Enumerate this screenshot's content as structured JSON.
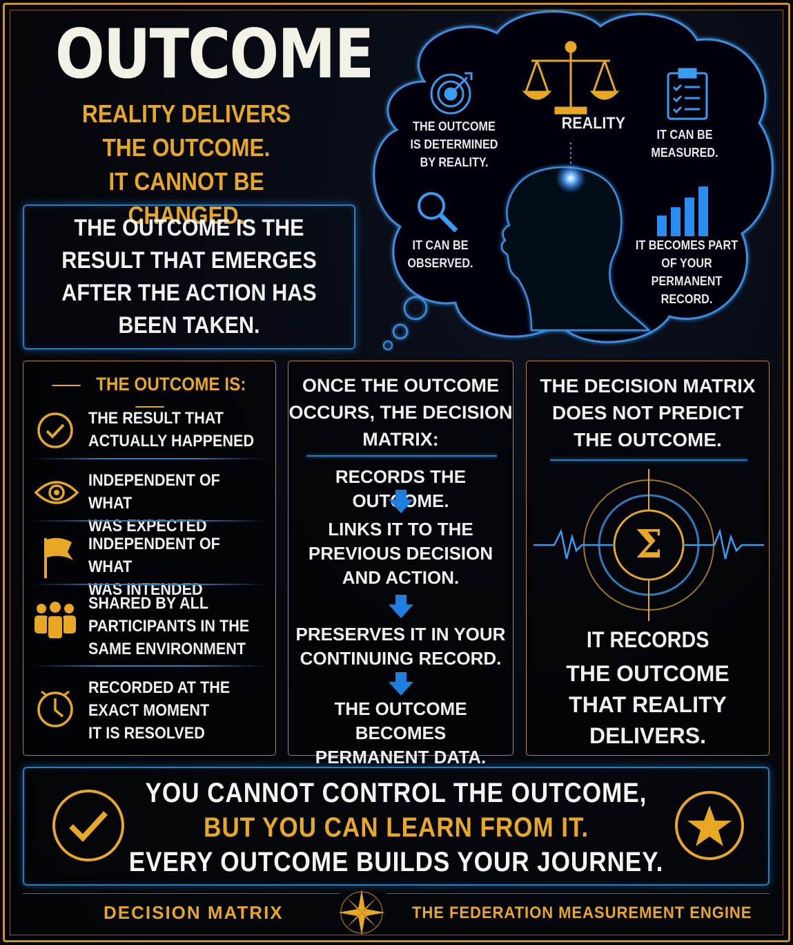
{
  "title": "OUTCOME",
  "subtitle": [
    "REALITY DELIVERS",
    "THE OUTCOME.",
    "IT CANNOT BE CHANGED."
  ],
  "definition": "THE OUTCOME IS THE RESULT THAT EMERGES AFTER THE ACTION HAS BEEN TAKEN.",
  "cloud": {
    "center_label": "REALITY",
    "items": [
      {
        "icon": "target-icon",
        "text": [
          "THE OUTCOME",
          "IS DETERMINED",
          "BY REALITY."
        ]
      },
      {
        "icon": "clipboard-checklist-icon",
        "text": [
          "IT CAN BE",
          "MEASURED."
        ]
      },
      {
        "icon": "magnifier-icon",
        "text": [
          "IT CAN BE",
          "OBSERVED."
        ]
      },
      {
        "icon": "bar-chart-icon",
        "text": [
          "IT BECOMES PART",
          "OF YOUR PERMANENT",
          "RECORD."
        ]
      }
    ]
  },
  "panel_outcome_is": {
    "heading": "THE OUTCOME IS:",
    "items": [
      {
        "icon": "check-circle-icon",
        "text": [
          "THE RESULT THAT",
          "ACTUALLY HAPPENED"
        ]
      },
      {
        "icon": "eye-icon",
        "text": [
          "INDEPENDENT OF WHAT",
          "WAS EXPECTED"
        ]
      },
      {
        "icon": "flag-icon",
        "text": [
          "INDEPENDENT OF WHAT",
          "WAS INTENDED"
        ]
      },
      {
        "icon": "group-icon",
        "text": [
          "SHARED BY ALL",
          "PARTICIPANTS IN THE",
          "SAME ENVIRONMENT"
        ]
      },
      {
        "icon": "clock-icon",
        "text": [
          "RECORDED AT THE",
          "EXACT MOMENT",
          "IT IS RESOLVED"
        ]
      }
    ]
  },
  "panel_matrix_steps": {
    "heading": [
      "ONCE THE OUTCOME",
      "OCCURS, THE DECISION",
      "MATRIX:"
    ],
    "steps": [
      [
        "RECORDS THE OUTCOME."
      ],
      [
        "LINKS IT TO THE",
        "PREVIOUS DECISION",
        "AND ACTION."
      ],
      [
        "PRESERVES IT IN YOUR",
        "CONTINUING RECORD."
      ]
    ],
    "final": [
      "THE OUTCOME BECOMES",
      "PERMANENT DATA."
    ]
  },
  "panel_predict": {
    "heading": [
      "THE DECISION MATRIX",
      "DOES NOT PREDICT",
      "THE OUTCOME."
    ],
    "symbol": "Σ",
    "records_label": "IT RECORDS",
    "records_text": [
      "THE OUTCOME",
      "THAT REALITY",
      "DELIVERS."
    ]
  },
  "banner": {
    "line1": "YOU CANNOT CONTROL THE OUTCOME,",
    "line2": "BUT YOU CAN LEARN FROM IT.",
    "line3": "EVERY OUTCOME BUILDS YOUR JOURNEY."
  },
  "footer": {
    "left": "DECISION MATRIX",
    "right": "THE FEDERATION MEASUREMENT ENGINE"
  },
  "colors": {
    "gold": "#e8a823",
    "blue": "#2a7ec0",
    "background": "#05070c"
  }
}
